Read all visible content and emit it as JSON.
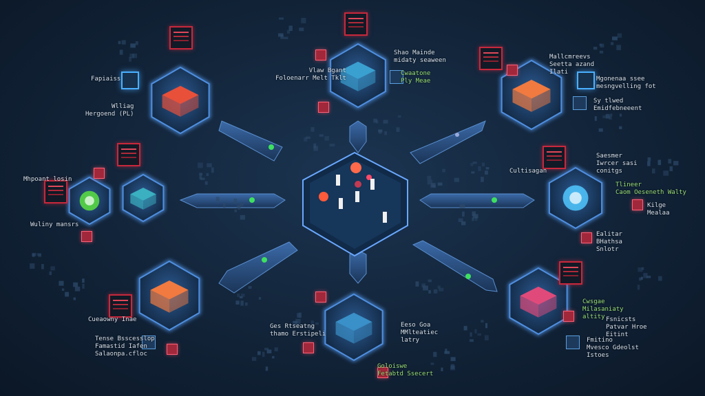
{
  "labels": {
    "top_right_a": "Shao Mainde\nmidaty seaween",
    "top_left_a": "Vlaw Bgant\nFoloenarr Melt Tklt",
    "top_center_green": "Cwaatone\nPly Meae",
    "tl_node_label": "Fapiaiss",
    "tl_node_sub": "Wlliag\nHergoend (PL)",
    "tr_a": "Mallcmreevs\nSeetta azand\nIlati",
    "tr_b": "Mgonenaa ssee\nmesngvelling fot",
    "tr_c": "Sy tlwed\nEmidfebneeent",
    "left_a": "Mhpoant losin",
    "left_b": "Wuliny mansrs",
    "right_a": "Cultisagan",
    "right_b": "Saesmer\nIwrcer sasi\nconitgs",
    "right_c": "Tlineer\nCaom Oeseneth Walty",
    "right_d": "Kilge\nMealaa",
    "right_e": "Ealitar\nBHathsa\nSnlotr",
    "bl_a": "Cueaowny Inae",
    "bl_b": "Tense Bsscesslop\nFamastid Iafen\nSalaonpa.cfloc",
    "bottom_a": "Ges Rtseatng\nthamo Erstipeli",
    "bottom_b": "Eeso Goa\nMMlteatiec\nlatry",
    "bottom_green": "Goloiswe\nFetabtd Ssecert",
    "br_a": "Cwsgae\nMilasaniaty\naltity",
    "br_b": "Fsnicsts\nPatvar Hroe\nEitint",
    "br_c": "Fmitino\nMvesco Gdeolst\nIstoes"
  },
  "colors": {
    "hex_fill": "#1a3a63",
    "hex_stroke": "#4f8fe0",
    "accent_green": "#3ee060",
    "accent_red": "#e0405a",
    "center_fill": "#17375c"
  },
  "icons": {
    "center_hub": "hub-icon",
    "nodes": [
      "red-cube-icon",
      "server-icon",
      "orange-cube-icon",
      "green-orb-icon",
      "chip-icon",
      "orange-cube-icon",
      "chip-icon",
      "blue-orb-icon",
      "pink-cube-icon"
    ]
  }
}
